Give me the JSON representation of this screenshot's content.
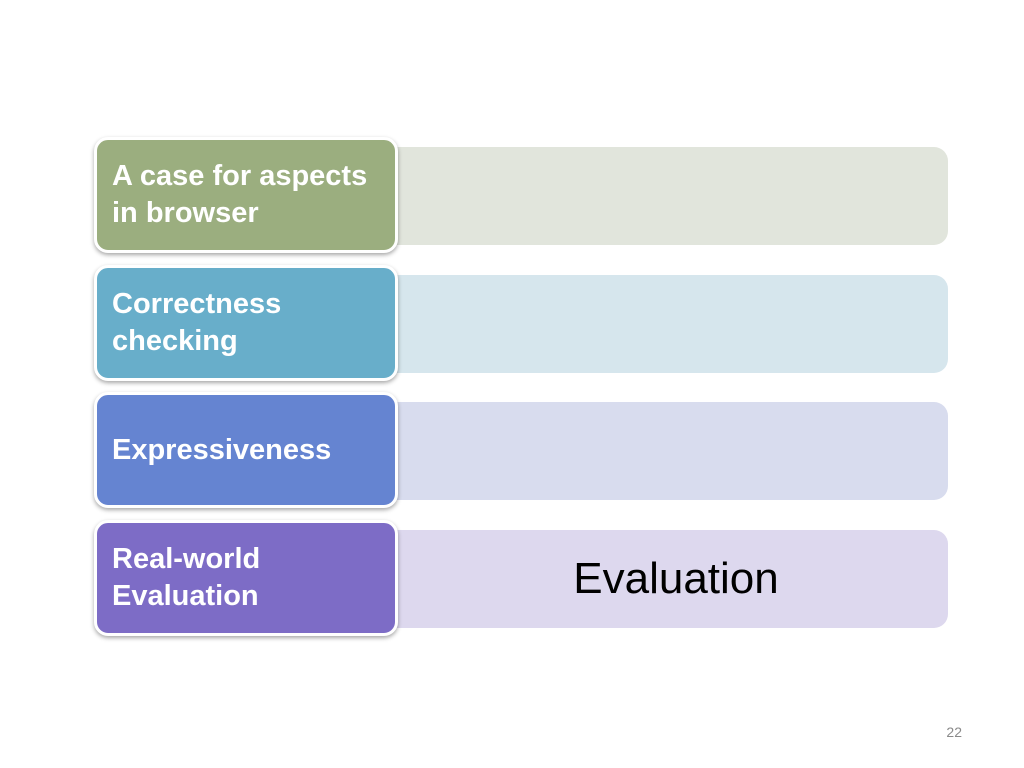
{
  "rows": [
    {
      "label": "A case for aspects\nin browser",
      "box_color": "#9BAE7F",
      "bar_color": "#E1E5DC",
      "bar_text": ""
    },
    {
      "label": "Correctness\nchecking",
      "box_color": "#68AECA",
      "bar_color": "#D6E6ED",
      "bar_text": ""
    },
    {
      "label": "Expressiveness",
      "box_color": "#6584D1",
      "bar_color": "#D8DCEE",
      "bar_text": ""
    },
    {
      "label": "Real-world\nEvaluation",
      "box_color": "#7D6CC6",
      "bar_color": "#DDD8EE",
      "bar_text": "Evaluation"
    }
  ],
  "page_number": "22"
}
